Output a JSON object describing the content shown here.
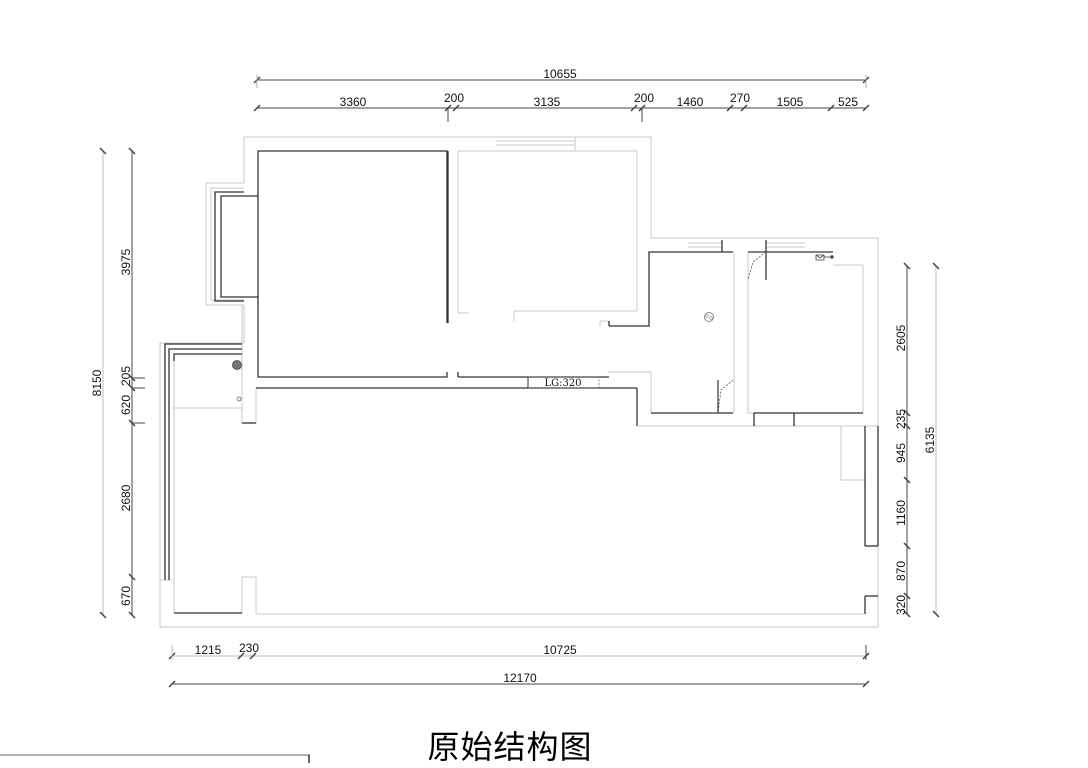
{
  "title": "原始结构图",
  "lg_label": "LG:320",
  "dimensions": {
    "top_total": "10655",
    "top_segments": [
      "3360",
      "200",
      "3135",
      "200",
      "1460",
      "270",
      "1505",
      "525"
    ],
    "left_total": "8150",
    "left_segments": [
      "3975",
      "205",
      "620",
      "2680",
      "670"
    ],
    "right_total": "6135",
    "right_segments": [
      "2605",
      "235",
      "945",
      "1160",
      "870",
      "320"
    ],
    "bottom_segments": [
      "1215",
      "230",
      "10725"
    ],
    "bottom_total": "12170"
  },
  "colors": {
    "wall_dark": "#333333",
    "wall_light": "#c8c8c8",
    "dim_line": "#444444"
  }
}
